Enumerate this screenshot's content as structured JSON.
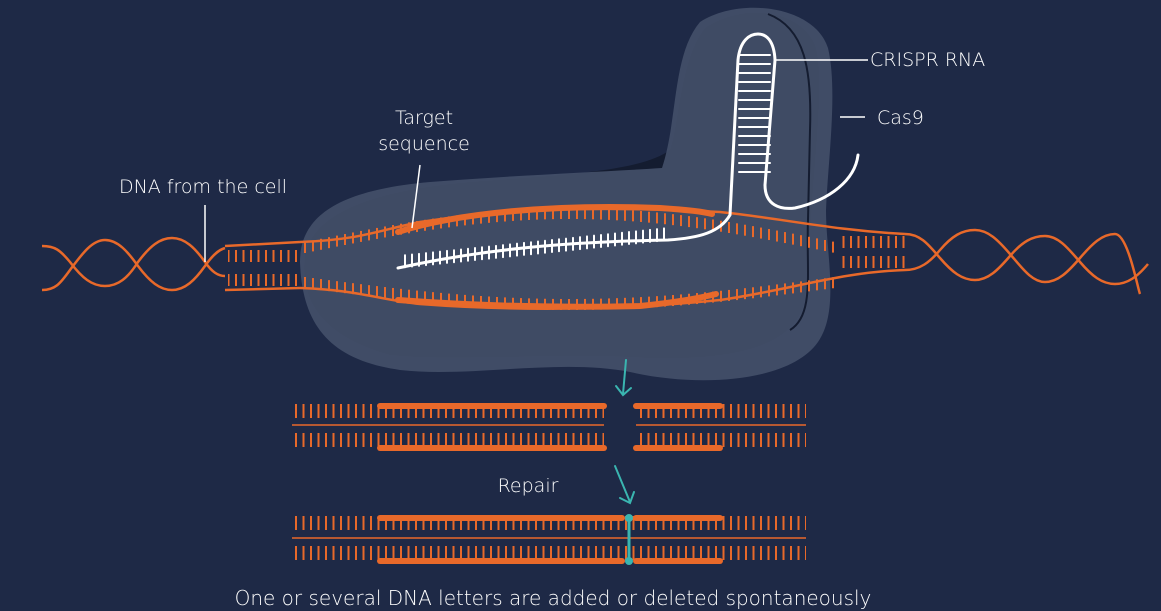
{
  "labels": {
    "crispr_rna": "CRISPR RNA",
    "cas9": "Cas9",
    "target_sequence_line1": "Target",
    "target_sequence_line2": "sequence",
    "dna_from_cell": "DNA from the cell",
    "repair": "Repair",
    "caption": "One or several DNA letters are added or deleted spontaneously"
  },
  "colors": {
    "background": "#1e2946",
    "dna_strand": "#e8692a",
    "cas9_protein": "#434f69",
    "cas9_outline": "#141c30",
    "rna_strand": "#ffffff",
    "arrow": "#3ab5b0",
    "repair_join": "#3ab5b0"
  },
  "icons": {
    "step_arrow": "arrow-down-right-icon"
  }
}
